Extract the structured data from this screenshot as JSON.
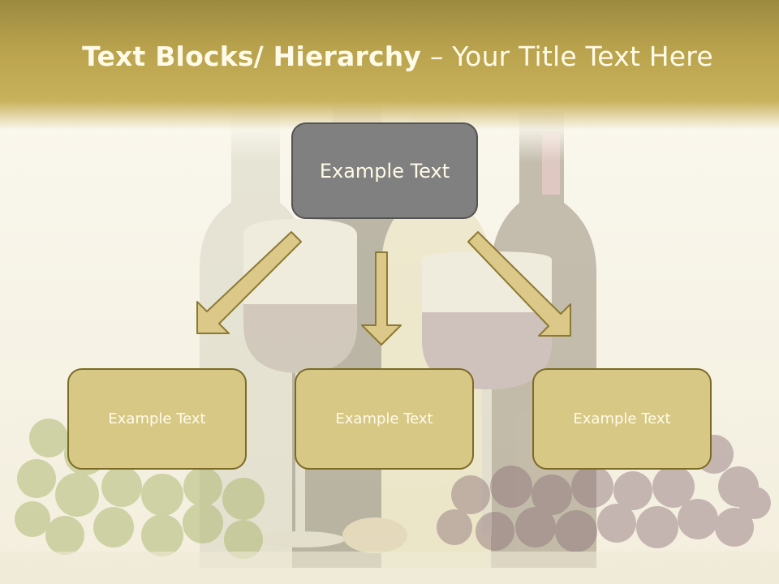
{
  "title": {
    "bold": "Text Blocks/ Hierarchy",
    "rest": " – Your Title Text Here"
  },
  "hierarchy": {
    "root": {
      "label": "Example Text"
    },
    "children": [
      {
        "label": "Example Text"
      },
      {
        "label": "Example Text"
      },
      {
        "label": "Example Text"
      }
    ]
  },
  "colors": {
    "header_gold": "#b9a24d",
    "root_fill": "#808080",
    "root_border": "#545454",
    "child_fill": "#d8c886",
    "child_border": "#7b6b26",
    "arrow_fill": "#dcc98a",
    "arrow_stroke": "#8c7a34",
    "text": "#fffbe8"
  },
  "background": {
    "subject": "wine-bottles-glasses-grapes"
  }
}
